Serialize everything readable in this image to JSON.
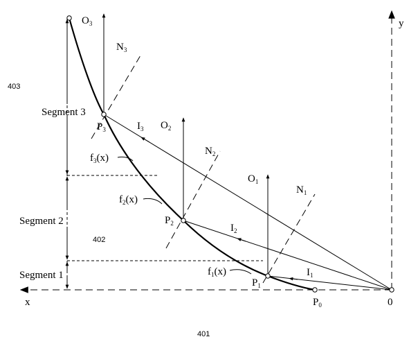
{
  "axes": {
    "x_label": "x",
    "y_label": "y",
    "origin_label": "0"
  },
  "points": [
    {
      "base": "P",
      "sub": "0"
    },
    {
      "base": "P",
      "sub": "1"
    },
    {
      "base": "P",
      "sub": "2"
    },
    {
      "base": "P",
      "sub": "3"
    }
  ],
  "centers": [
    {
      "base": "O",
      "sub": "1"
    },
    {
      "base": "O",
      "sub": "2"
    },
    {
      "base": "O",
      "sub": "3"
    }
  ],
  "normals": [
    {
      "base": "N",
      "sub": "1"
    },
    {
      "base": "N",
      "sub": "2"
    },
    {
      "base": "N",
      "sub": "3"
    }
  ],
  "rays": [
    {
      "base": "I",
      "sub": "1"
    },
    {
      "base": "I",
      "sub": "2"
    },
    {
      "base": "I",
      "sub": "3"
    }
  ],
  "functions": [
    {
      "base": "f",
      "sub": "1",
      "arg": "(x)"
    },
    {
      "base": "f",
      "sub": "2",
      "arg": "(x)"
    },
    {
      "base": "f",
      "sub": "3",
      "arg": "(x)"
    }
  ],
  "segments": [
    "Segment 1",
    "Segment 2",
    "Segment 3"
  ],
  "reference_numbers": [
    "401",
    "402",
    "403"
  ]
}
